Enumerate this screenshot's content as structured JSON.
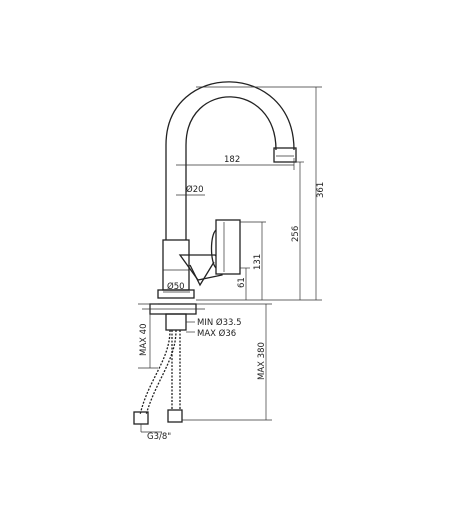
{
  "dimensions": {
    "spout_reach": "182",
    "tube_diameter": "Ø20",
    "body_diameter": "Ø50",
    "total_height": "361",
    "spout_outlet_height": "256",
    "handle_height": "131",
    "body_height": "61",
    "min_hole": "MIN Ø33.5",
    "max_hole": "MAX Ø36",
    "max_deck": "MAX 40",
    "hose_length": "MAX 380",
    "thread": "G3/8\""
  },
  "colors": {
    "line": "#222222",
    "background": "#ffffff"
  }
}
